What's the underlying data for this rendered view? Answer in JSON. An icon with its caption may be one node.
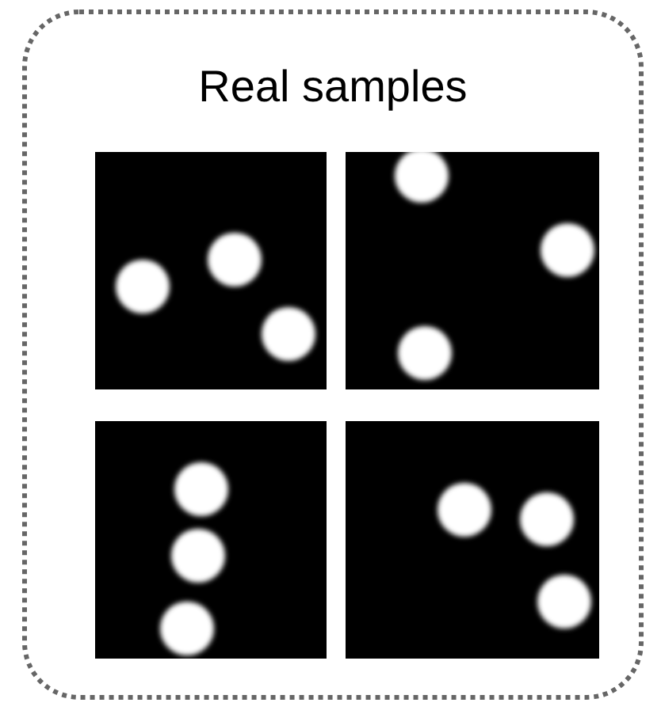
{
  "diagram": {
    "nodes": [
      {
        "text": [
          "Real samples"
        ]
      },
      {
        "text": [],
        "shape": "picture",
        "in": 0
      },
      {
        "text": [],
        "shape": "picture",
        "in": 0
      },
      {
        "text": [],
        "shape": "picture",
        "in": 0
      },
      {
        "text": [],
        "shape": "picture",
        "in": 0
      }
    ]
  }
}
